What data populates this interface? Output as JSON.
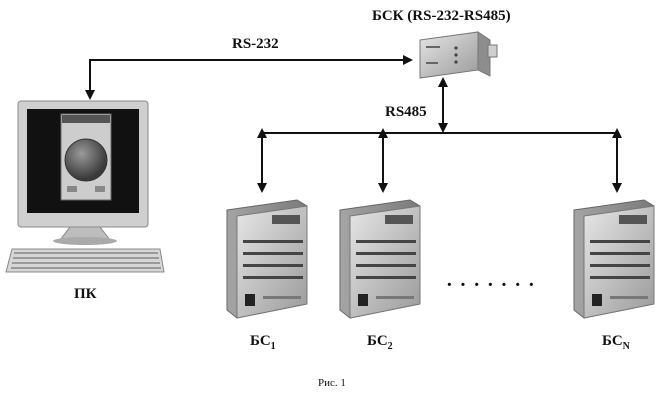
{
  "labels": {
    "converter": "БСК (RS-232-RS485)",
    "link_rs232": "RS-232",
    "link_rs485": "RS485",
    "pc": "ПК",
    "ellipsis": "· · · · · · ·",
    "caption": "Рис. 1"
  },
  "units": [
    {
      "prefix": "БС",
      "index": "1"
    },
    {
      "prefix": "БС",
      "index": "2"
    },
    {
      "prefix": "БС",
      "index": "N"
    }
  ],
  "colors": {
    "line": "#111111",
    "device_body": "#bdbdbd",
    "device_dark": "#6e6e6e",
    "screen_frame": "#1b1b1b"
  }
}
